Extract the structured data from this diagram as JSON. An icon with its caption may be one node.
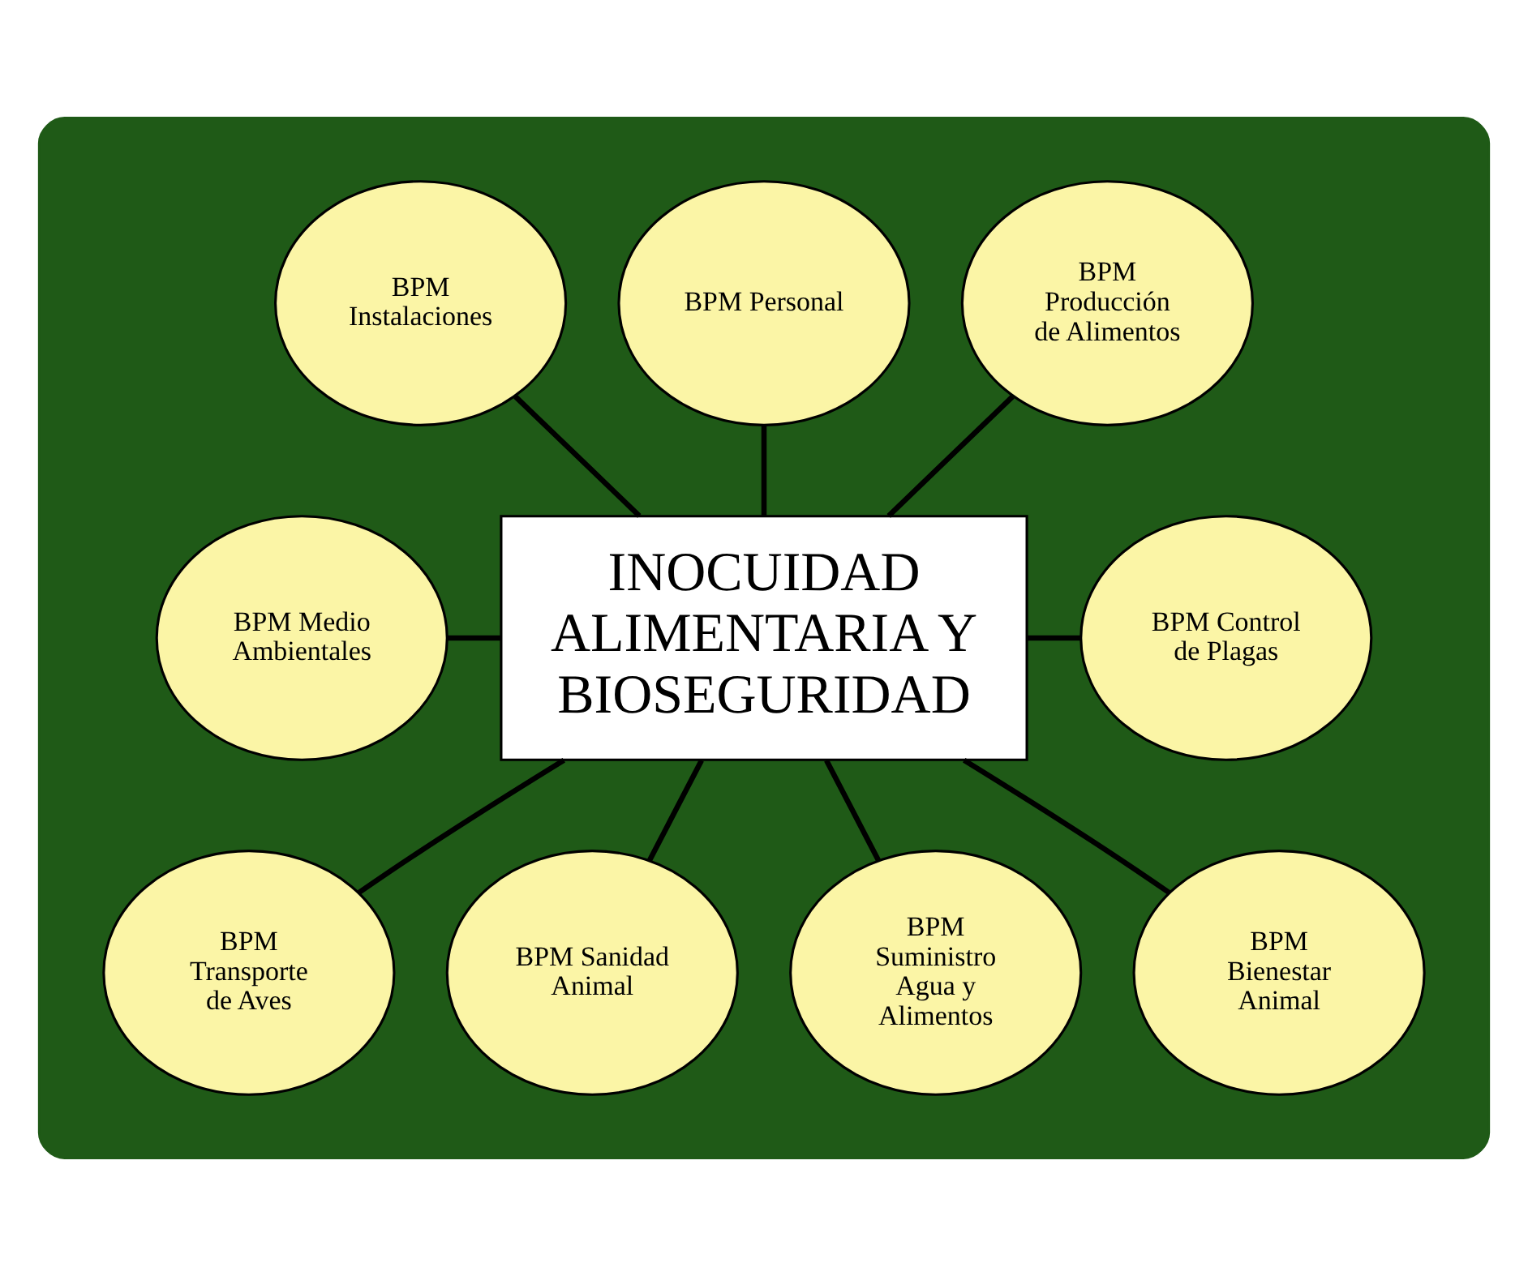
{
  "diagram": {
    "nodes": [
      {
        "text": [],
        "shape": "ellipse"
      },
      {
        "text": [
          "BPM Producción de Alimentos"
        ],
        "in": 0
      },
      {
        "text": [
          "BPM Personal"
        ],
        "in": 0
      },
      {
        "text": [
          "BPM Instalaciones"
        ],
        "in": 0
      },
      {
        "text": [
          "BPM Medio Ambientales"
        ],
        "in": 0
      },
      {
        "text": [
          "INOCUIDAD ALIMENTARIA Y BIOSEGURIDAD"
        ],
        "in": 0
      },
      {
        "text": [
          "BPM Control de Plagas"
        ],
        "in": 0
      },
      {
        "text": [
          "BPM Transporte de Aves"
        ],
        "in": 0
      },
      {
        "text": [
          "BPM Sanidad Animal"
        ],
        "in": 0
      },
      {
        "text": [
          "BPM Suministro Agua y Alimentos"
        ],
        "in": 0
      },
      {
        "text": [
          "BPM Bienestar Animal"
        ],
        "in": 0
      }
    ],
    "edges": [
      {
        "from": 1,
        "to": 5,
        "arrow": "none"
      },
      {
        "from": 2,
        "to": 5,
        "arrow": "none"
      },
      {
        "from": 3,
        "to": 5,
        "arrow": "none"
      },
      {
        "from": 4,
        "to": 5,
        "arrow": "none"
      },
      {
        "from": 5,
        "to": 6,
        "arrow": "none"
      },
      {
        "from": 5,
        "to": 7,
        "arrow": "none"
      },
      {
        "from": 5,
        "to": 9,
        "arrow": "none"
      },
      {
        "from": 5,
        "to": 10,
        "arrow": "none"
      },
      {
        "from": 5,
        "to": 8,
        "arrow": "none"
      }
    ]
  }
}
